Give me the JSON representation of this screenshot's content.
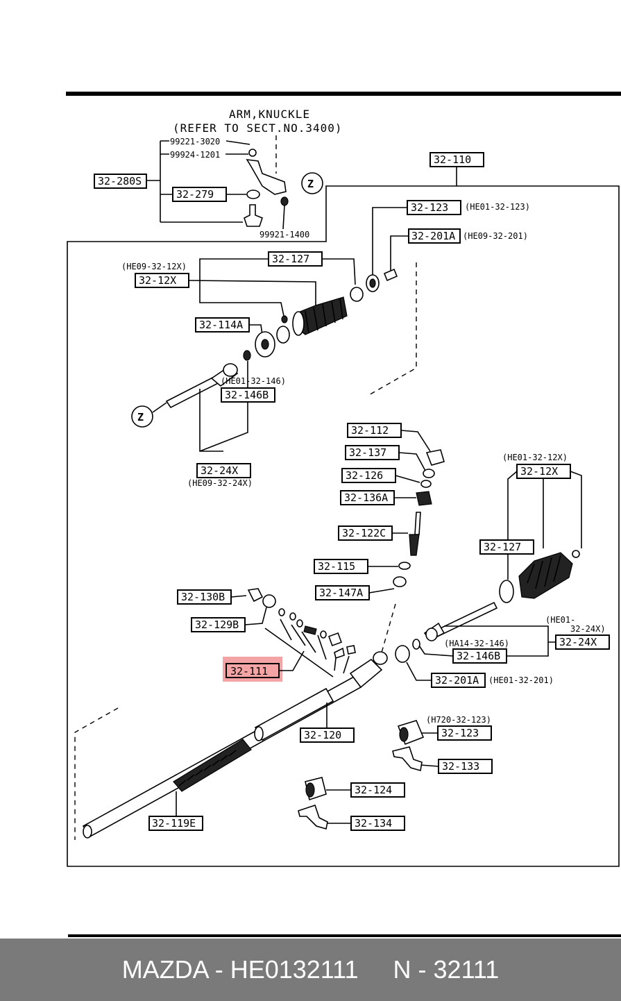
{
  "header": {
    "line1": "ARM,KNUCKLE",
    "line2": "(REFER TO SECT.NO.3400)"
  },
  "labels": {
    "l_32_280S": "32-280S",
    "l_99221_3020": "99221-3020",
    "l_99924_1201": "99924-1201",
    "l_32_279": "32-279",
    "l_99921_1400": "99921-1400",
    "l_z": "Z",
    "l_32_110": "32-110",
    "l_32_123_top": "32-123",
    "l_he01_32_123": "(HE01-32-123)",
    "l_32_201A_top": "32-201A",
    "l_he09_32_201": "(HE09-32-201)",
    "l_32_127_top": "32-127",
    "l_he09_32_12x": "(HE09-32-12X)",
    "l_32_12X_top": "32-12X",
    "l_32_114A": "32-114A",
    "l_he01_32_146": "(HE01-32-146)",
    "l_32_146B_top": "32-146B",
    "l_32_24X_top": "32-24X",
    "l_he09_32_24x": "(HE09-32-24X)",
    "l_32_112": "32-112",
    "l_32_137": "32-137",
    "l_32_126": "32-126",
    "l_32_136A": "32-136A",
    "l_32_122C": "32-122C",
    "l_32_115": "32-115",
    "l_32_147A": "32-147A",
    "l_32_130B": "32-130B",
    "l_32_129B": "32-129B",
    "l_32_111": "32-111",
    "l_he01_32_12x": "(HE01-32-12X)",
    "l_32_12X_r": "32-12X",
    "l_32_127_r": "32-127",
    "l_he01_32_24x_a": "(HE01-",
    "l_he01_32_24x_b": "32-24X)",
    "l_32_24X_r": "32-24X",
    "l_ha14_32_146": "(HA14-32-146)",
    "l_32_146B_r": "32-146B",
    "l_32_201A_r": "32-201A",
    "l_he01_32_201": "(HE01-32-201)",
    "l_32_120": "32-120",
    "l_h720_32_123": "(H720-32-123)",
    "l_32_123_r": "32-123",
    "l_32_133": "32-133",
    "l_32_124": "32-124",
    "l_32_134": "32-134",
    "l_32_119E": "32-119E"
  },
  "highlight": {
    "part": "32-111",
    "color": "#f4a4a4"
  },
  "footer": {
    "brand_part": "MAZDA - HE0132111",
    "number": "N - 32111"
  }
}
